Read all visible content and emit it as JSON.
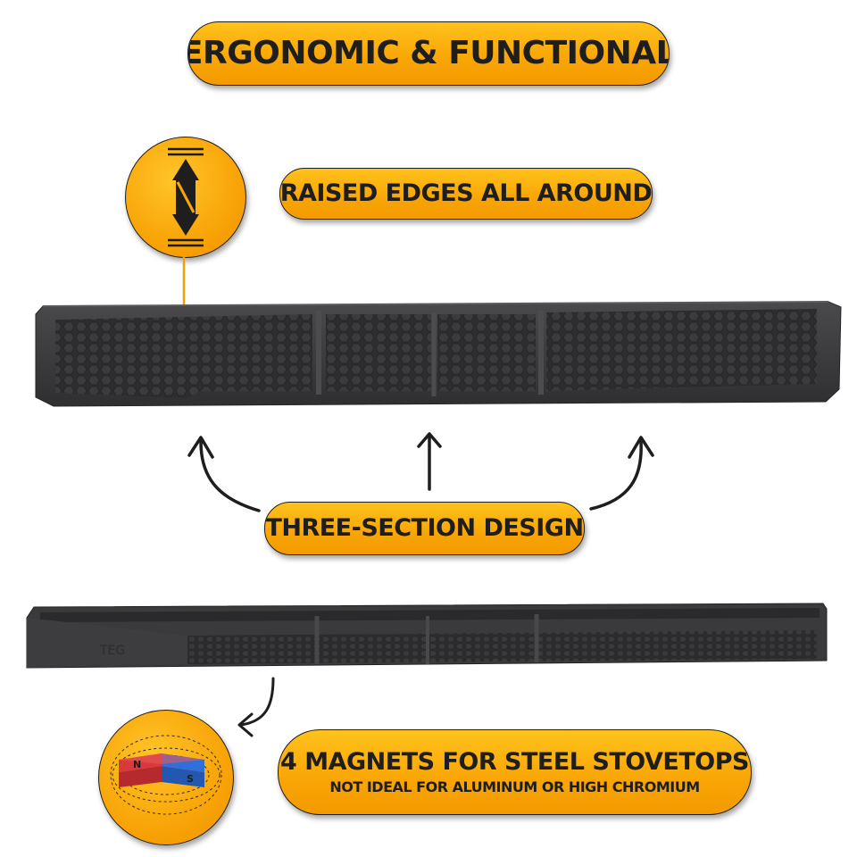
{
  "headline": "ERGONOMIC & FUNCTIONAL",
  "features": {
    "raised_edges": "RAISED EDGES ALL AROUND",
    "three_section": "THREE-SECTION DESIGN",
    "magnets_title": "4 MAGNETS FOR STEEL STOVETOPS",
    "magnets_subtitle": "NOT IDEAL FOR ALUMINUM OR HIGH CHROMIUM"
  },
  "magnet_icon": {
    "north_label": "N",
    "south_label": "S"
  },
  "tray_logo": "TEG",
  "icons": [
    "raised-edge-height-icon",
    "magnet-icon",
    "curved-arrow-left",
    "arrow-up",
    "curved-arrow-right",
    "curved-arrow-down-left"
  ],
  "colors": {
    "accent": "#f9a505",
    "text": "#1e1e1e",
    "tray": "#3a3a3c"
  }
}
